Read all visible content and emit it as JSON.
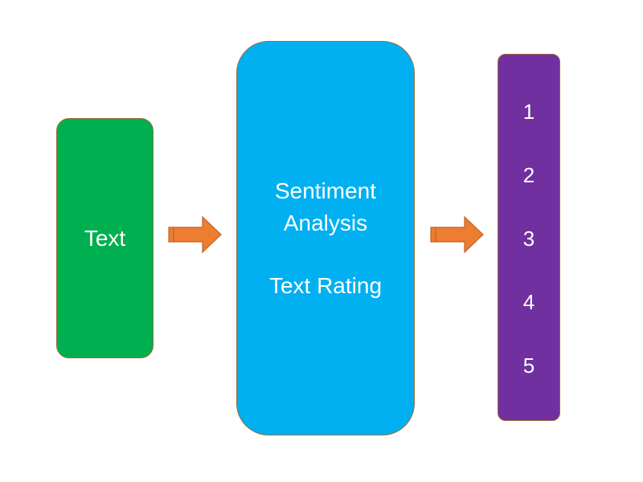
{
  "colors": {
    "input_box": "#00b050",
    "model_box": "#00b0f0",
    "output_box": "#7030a0",
    "arrow": "#ed7d31",
    "arrow_stroke": "#c0642a"
  },
  "input": {
    "label": "Text"
  },
  "model": {
    "title": "Sentiment Analysis",
    "subtitle": "Text Rating"
  },
  "output": {
    "ratings": [
      "1",
      "2",
      "3",
      "4",
      "5"
    ]
  }
}
